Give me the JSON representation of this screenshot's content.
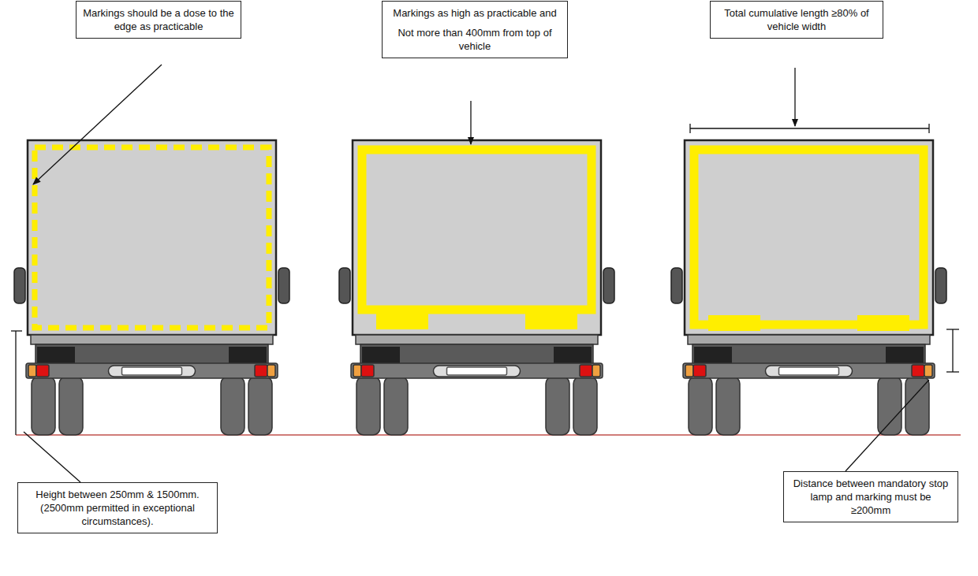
{
  "diagram": {
    "nodes": [
      {
        "text": [
          "Markings should be a dose to the edge as practicable"
        ]
      },
      {
        "text": [
          "Markings as high as practicable and",
          "Not more than 400mm from top of vehicle"
        ]
      },
      {
        "text": [
          "Total cumulative length ≥80% of vehicle width"
        ]
      },
      {
        "text": [
          "Height between 250mm & 1500mm. (2500mm permitted in exceptional circumstances)."
        ]
      },
      {
        "text": [
          "Distance between mandatory stop lamp and marking must be ≥200mm"
        ]
      }
    ]
  }
}
